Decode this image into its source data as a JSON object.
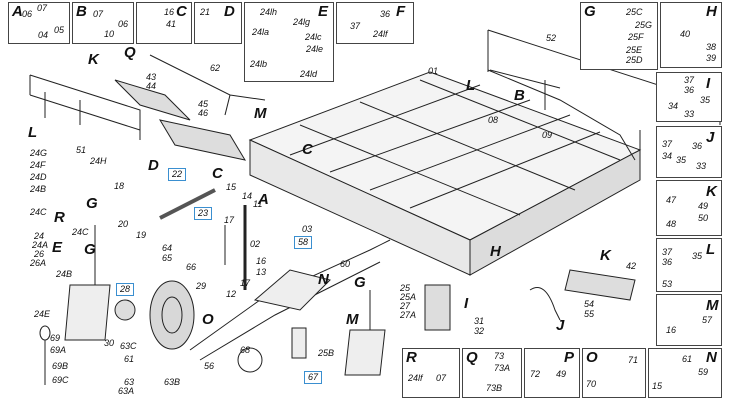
{
  "diagram": {
    "inset_boxes": [
      {
        "letter": "A",
        "parts": [
          "06",
          "07",
          "04",
          "05"
        ]
      },
      {
        "letter": "B",
        "parts": [
          "07",
          "06",
          "10"
        ]
      },
      {
        "letter": "C",
        "parts": [
          "16",
          "41"
        ]
      },
      {
        "letter": "D",
        "parts": [
          "21"
        ]
      },
      {
        "letter": "E",
        "parts": [
          "24lh",
          "24lg",
          "24la",
          "24lc",
          "24le",
          "24lb",
          "24ld"
        ]
      },
      {
        "letter": "F",
        "parts": [
          "36",
          "37",
          "24lf"
        ]
      },
      {
        "letter": "G",
        "parts": [
          "25C",
          "25G",
          "25F",
          "25E",
          "25D"
        ]
      },
      {
        "letter": "H",
        "parts": [
          "40",
          "38",
          "39"
        ]
      },
      {
        "letter": "I",
        "parts": [
          "37",
          "36",
          "35",
          "34",
          "33"
        ]
      },
      {
        "letter": "J",
        "parts": [
          "37",
          "36",
          "34",
          "35",
          "33"
        ]
      },
      {
        "letter": "K",
        "parts": [
          "47",
          "49",
          "48",
          "50"
        ]
      },
      {
        "letter": "L",
        "parts": [
          "37",
          "36",
          "35",
          "53"
        ]
      },
      {
        "letter": "M",
        "parts": [
          "16",
          "57"
        ]
      },
      {
        "letter": "N",
        "parts": [
          "61",
          "15",
          "59"
        ]
      },
      {
        "letter": "O",
        "parts": [
          "71",
          "70"
        ]
      },
      {
        "letter": "P",
        "parts": [
          "72",
          "49"
        ]
      },
      {
        "letter": "Q",
        "parts": [
          "73",
          "73A",
          "73B"
        ]
      },
      {
        "letter": "R",
        "parts": [
          "24lf",
          "07"
        ]
      }
    ],
    "main_labels": [
      "01",
      "52",
      "62",
      "43",
      "44",
      "45",
      "46",
      "51",
      "08",
      "09",
      "22",
      "23",
      "18",
      "24G",
      "24F",
      "24H",
      "24D",
      "24B",
      "24C",
      "24",
      "24A",
      "26",
      "26A",
      "24C",
      "24B",
      "24E",
      "19",
      "20",
      "28",
      "64",
      "65",
      "66",
      "17",
      "15",
      "14",
      "11",
      "12",
      "13",
      "16",
      "17",
      "03",
      "02",
      "58",
      "60",
      "25",
      "25A",
      "27",
      "27A",
      "31",
      "32",
      "42",
      "54",
      "55",
      "29",
      "56",
      "68",
      "67",
      "25B",
      "30",
      "69",
      "69A",
      "69B",
      "69C",
      "63C",
      "61",
      "63",
      "63A",
      "63B"
    ],
    "highlighted_parts": [
      "22",
      "23",
      "58",
      "28",
      "67"
    ],
    "callout_letters": [
      "A",
      "B",
      "C",
      "D",
      "E",
      "F",
      "G",
      "H",
      "I",
      "J",
      "K",
      "L",
      "M",
      "N",
      "O",
      "P",
      "Q",
      "R",
      "L",
      "K",
      "Q",
      "M",
      "B",
      "C",
      "D",
      "G",
      "R",
      "E",
      "A",
      "H",
      "K",
      "I",
      "J",
      "N",
      "O",
      "G",
      "M",
      "L"
    ]
  }
}
